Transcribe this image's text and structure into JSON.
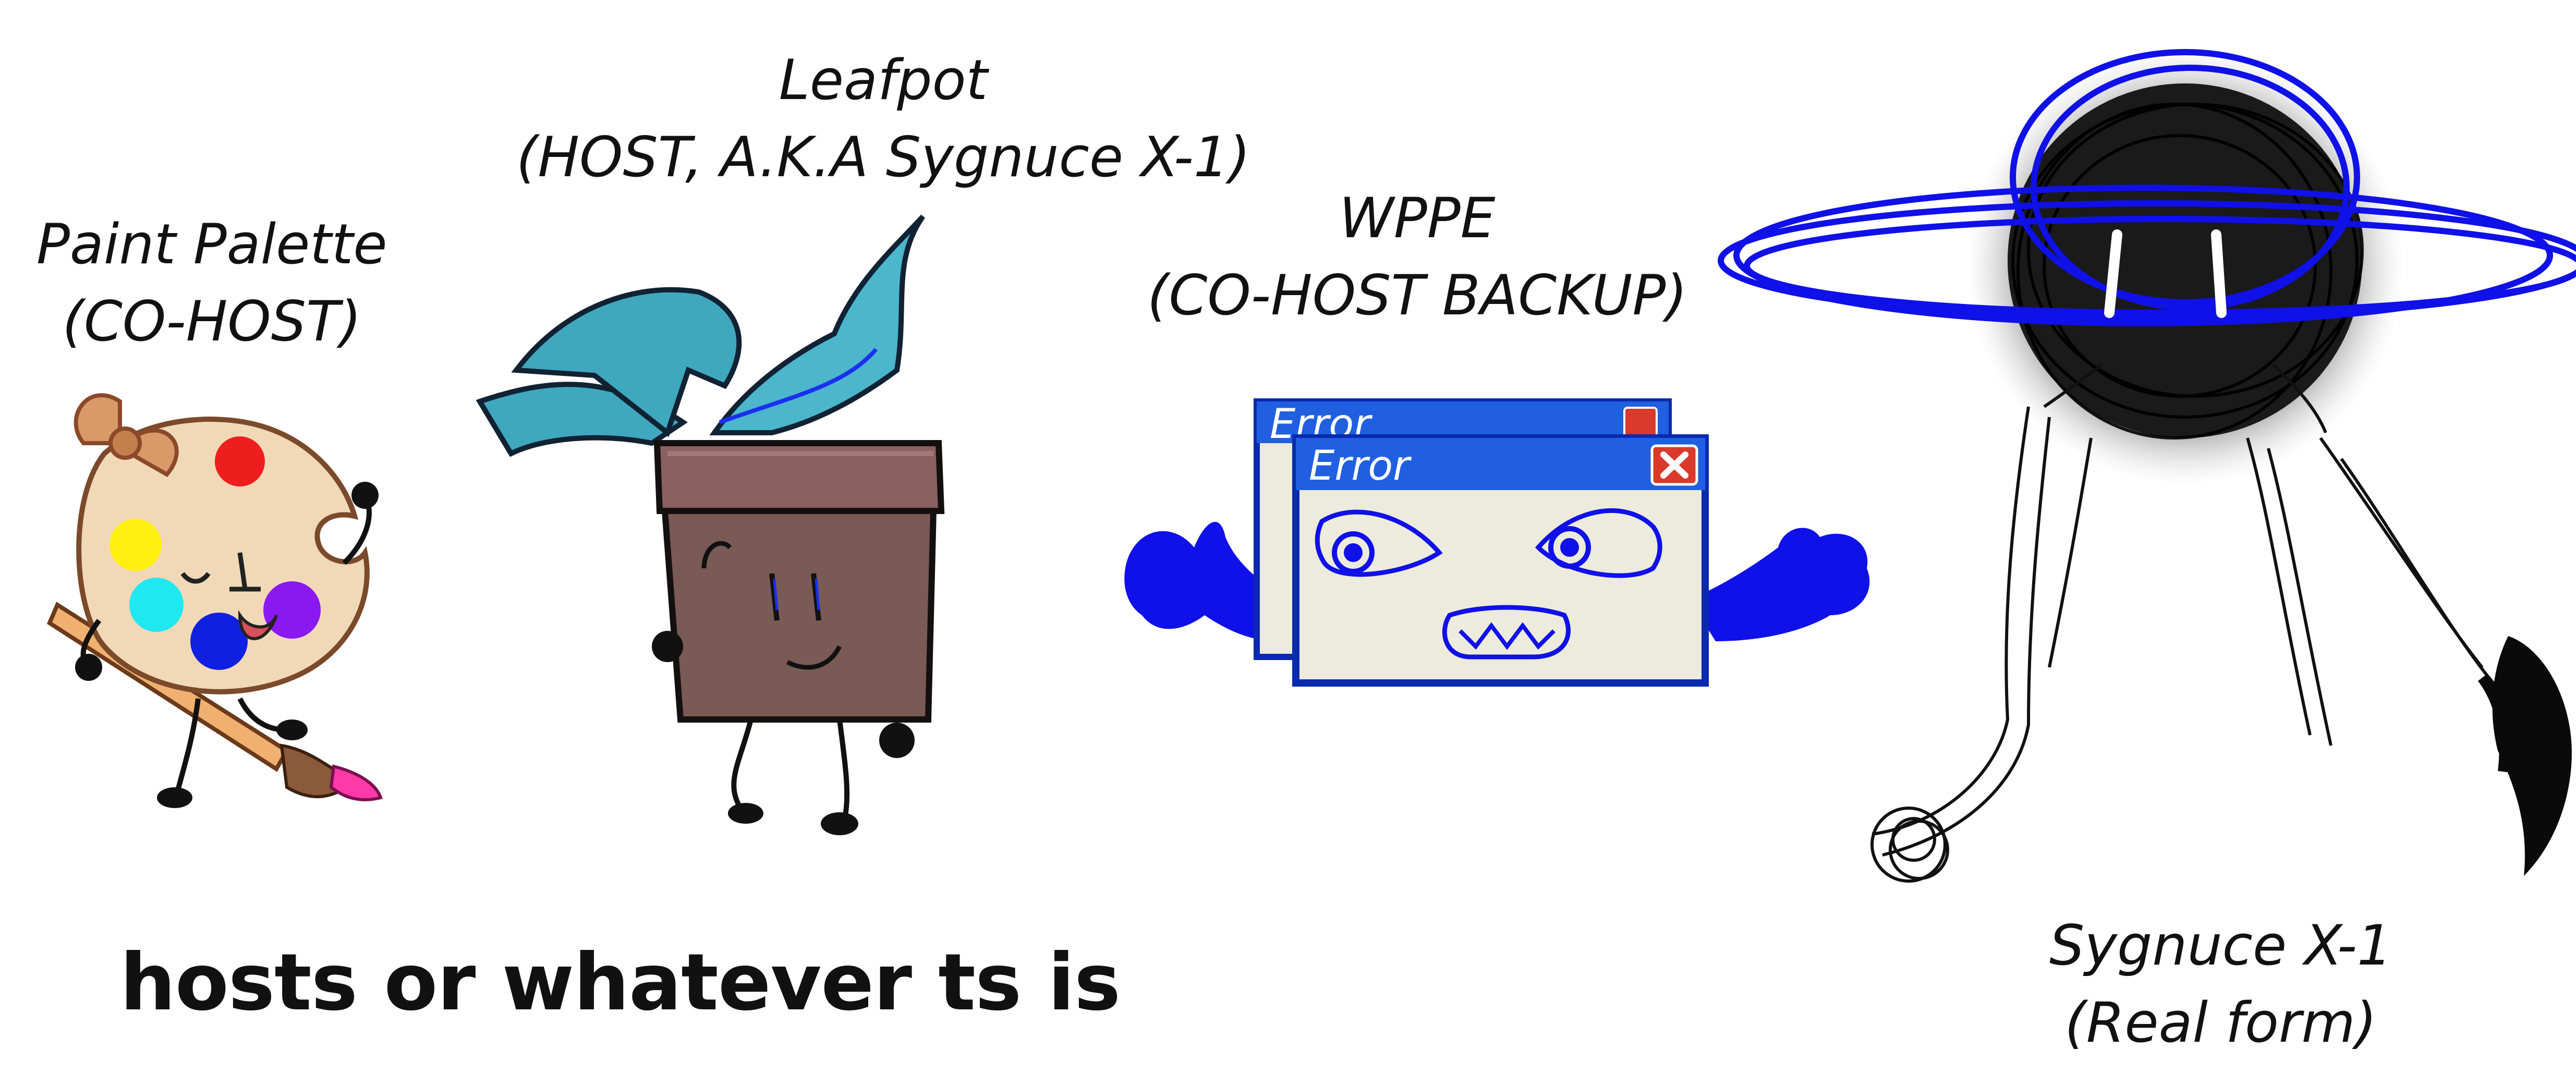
{
  "characters": {
    "paint_palette": {
      "name": "Paint Palette",
      "role": "(CO-HOST)"
    },
    "leafpot": {
      "name": "Leafpot",
      "role": "(HOST, A.K.A Sygnuce X-1)"
    },
    "wppe": {
      "name": "WPPE",
      "role": "(CO-HOST BACKUP)",
      "window_title_back": "Error",
      "window_title_front": "Error"
    },
    "sygnuce": {
      "name": "Sygnuce X-1",
      "role": "(Real form)"
    }
  },
  "caption": "hosts or whatever ts is",
  "colors": {
    "wppe_blue": "#1010e8",
    "window_titlebar": "#1f5fe0",
    "window_body": "#ecebdc",
    "close_button": "#d93a2b",
    "leaf_teal": "#3fa8bf",
    "pot_brown": "#7a5a55",
    "palette_tan": "#f1d9b8",
    "bow_tan": "#d99a6a"
  }
}
